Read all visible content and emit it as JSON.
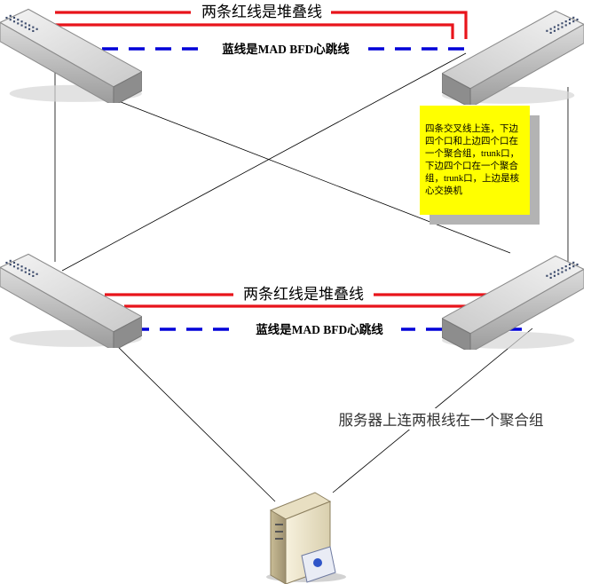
{
  "labels": {
    "stack_top": "两条红线是堆叠线",
    "mad_top": "蓝线是MAD BFD心跳线",
    "stack_bottom": "两条红线是堆叠线",
    "mad_bottom": "蓝线是MAD BFD心跳线",
    "server_link": "服务器上连两根线在一个聚合组"
  },
  "note": {
    "text": "四条交叉线上连，下边四个口和上边四个口在一个聚合组，trunk口，下边四个口在一个聚合组，trunk口，上边是核心交换机"
  },
  "colors": {
    "stack_line": "#e8141b",
    "mad_line": "#0000d8",
    "link_line": "#000000",
    "note_bg": "#ffff00"
  },
  "devices": [
    {
      "name": "core-switch-left",
      "icon": "switch-icon"
    },
    {
      "name": "core-switch-right",
      "icon": "switch-icon"
    },
    {
      "name": "access-switch-left",
      "icon": "switch-icon"
    },
    {
      "name": "access-switch-right",
      "icon": "switch-icon"
    },
    {
      "name": "server",
      "icon": "server-icon"
    }
  ]
}
